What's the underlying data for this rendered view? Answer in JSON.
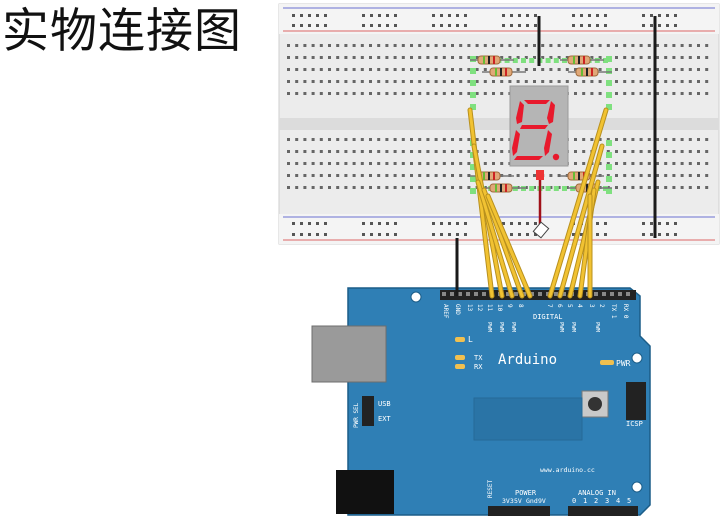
{
  "title": "实物连接图",
  "display": {
    "digit": "8",
    "color": "#e8192c"
  },
  "board": {
    "brand": "Arduino",
    "url": "www.arduino.cc",
    "digital_label": "DIGITAL",
    "header_pins_top": [
      "AREF",
      "GND",
      "13",
      "12",
      "11",
      "10",
      "9",
      "8",
      "7",
      "6",
      "5",
      "4",
      "3",
      "2",
      "TX 1",
      "RX 0"
    ],
    "pwm_label": "PWM",
    "led_labels": [
      "L",
      "TX",
      "RX"
    ],
    "pwr_label": "PWR",
    "usb_label": "USB",
    "ext_label": "EXT",
    "pwr_sel_label": "PWR SEL",
    "icsp_label": "ICSP",
    "power_label": "POWER",
    "power_pins": [
      "3V3",
      "5V",
      "Gnd",
      "9V"
    ],
    "reset_label": "RESET",
    "analog_label": "ANALOG IN",
    "analog_pins": [
      "0",
      "1",
      "2",
      "3",
      "4",
      "5"
    ],
    "board_color": "#2f7fb5"
  },
  "colors": {
    "wire_yellow": "#f1c232",
    "wire_black": "#1a1a1a",
    "wire_red": "#d0202a",
    "hole_green": "#7fe07f",
    "breadboard": "#ededed"
  }
}
